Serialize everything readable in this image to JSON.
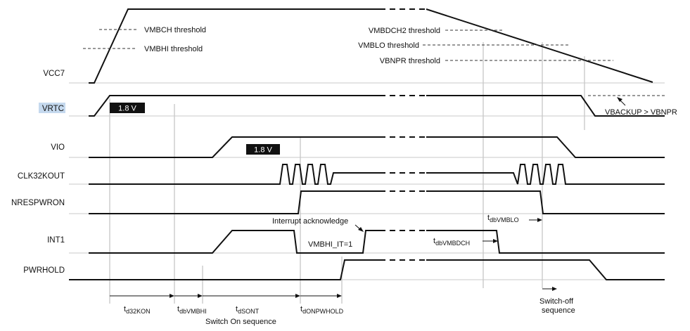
{
  "signals": [
    {
      "name": "VCC7"
    },
    {
      "name": "VRTC",
      "highlighted": true
    },
    {
      "name": "VIO"
    },
    {
      "name": "CLK32KOUT"
    },
    {
      "name": "NRESPWRON"
    },
    {
      "name": "INT1"
    },
    {
      "name": "PWRHOLD"
    }
  ],
  "thresholds": {
    "vmbch": "VMBCH threshold",
    "vmbhi": "VMBHI threshold",
    "vmbdch2": "VMBDCH2 threshold",
    "vmblo": "VMBLO threshold",
    "vbnpr": "VBNPR threshold"
  },
  "badges": {
    "vrtc": "1.8 V",
    "vio": "1.8 V"
  },
  "annotations": {
    "vbackup": "VBACKUP > VBNPR",
    "interrupt_ack": "Interrupt acknowledge",
    "vmbhi_it": "VMBHI_IT=1",
    "switch_on": "Switch On sequence",
    "switch_off_1": "Switch-off",
    "switch_off_2": "sequence"
  },
  "timings": {
    "d32kon": {
      "t": "t",
      "sub": "d32KON"
    },
    "dbvmbhi": {
      "t": "t",
      "sub": "dbVMBHI"
    },
    "dsont": {
      "t": "t",
      "sub": "dSONT"
    },
    "donpwhold": {
      "t": "t",
      "sub": "dONPWHOLD"
    },
    "dbvmblo": {
      "t": "t",
      "sub": "dbVMBLO"
    },
    "dbvmbdch": {
      "t": "t",
      "sub": "dbVMBDCH"
    }
  },
  "colors": {
    "line": "#111111",
    "guide": "#b5b5b5",
    "highlight": "#c5d9ee",
    "badge": "#111111"
  }
}
